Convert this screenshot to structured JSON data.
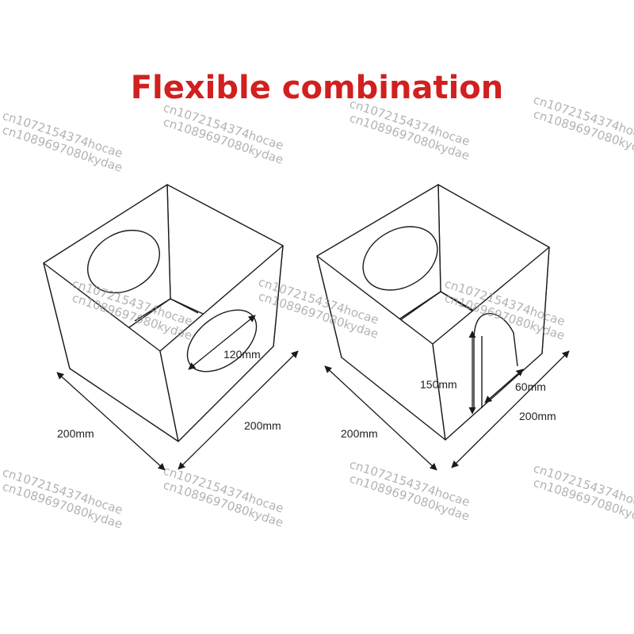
{
  "title": "Flexible combination",
  "watermarks": [
    "cn1072154374hocae",
    "cn1089697080kydae"
  ],
  "left_box": {
    "hole_label": "120mm",
    "width_label": "200mm",
    "depth_label": "200mm"
  },
  "right_box": {
    "slot_height_label": "150mm",
    "slot_width_label": "60mm",
    "width_label": "200mm",
    "depth_label": "200mm"
  }
}
